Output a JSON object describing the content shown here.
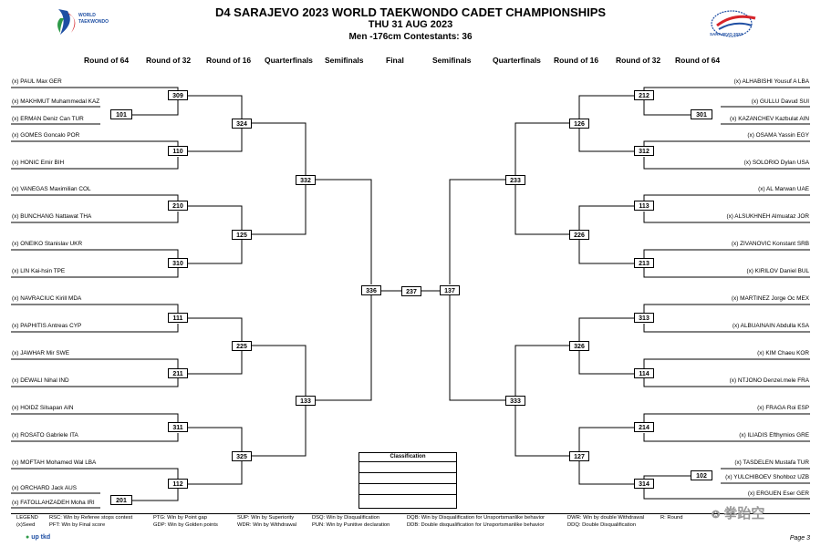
{
  "header": {
    "title": "D4 SARAJEVO 2023 WORLD TAEKWONDO CADET CHAMPIONSHIPS",
    "date": "THU 31 AUG 2023",
    "division": "Men -176cm  Contestants: 36",
    "logo_left_text": "WORLD TAEKWONDO",
    "logo_right_text": "SARAJEVO 2023"
  },
  "round_headers_left": [
    "Round of 64",
    "Round of 32",
    "Round of 16",
    "Quarterfinals",
    "Semifinals"
  ],
  "final_label": "Final",
  "round_headers_right": [
    "Semifinals",
    "Quarterfinals",
    "Round of 16",
    "Round of 32",
    "Round of 64"
  ],
  "left_athletes": [
    "(x) PAUL Max GER",
    "(x) MAKHMUT Muhammedal KAZ",
    "(x) ERMAN Deniz Can TUR",
    "(x) GOMES Goncalo POR",
    "(x) HONIC Emir BIH",
    "(x) VANEGAS Maximilian COL",
    "(x) BUNCHANG Nattawat THA",
    "(x) ONEIKO Stanislav UKR",
    "(x) LIN Kai-hsin TPE",
    "(x) NAVRACIUC Kirill MDA",
    "(x) PAPHITIS Antreas CYP",
    "(x) JAWHAR Mir SWE",
    "(x) DEWALI Nihal IND",
    "(x) HOIDZ Silsapan AIN",
    "(x) ROSATO Gabriele ITA",
    "(x) MOFTAH Mohamed Wal LBA",
    "(x) ORCHARD Jack AUS",
    "(x) FATOLLAHZADEH Moha IRI"
  ],
  "right_athletes": [
    "(x) ALHABISHI Yousuf A LBA",
    "(x) GULLU Davud SUI",
    "(x) KAZANCHEV Kazbulat AIN",
    "(x) OSAMA Yassin EGY",
    "(x) SOLORIO Dylan USA",
    "(x) AL Marwan UAE",
    "(x) ALSUKHNEH Almuataz JOR",
    "(x) ZIVANOVIC Konstant SRB",
    "(x) KIRILOV Daniel BUL",
    "(x) MARTINEZ Jorge Oc MEX",
    "(x) ALBUAINAIN Abdulla KSA",
    "(x) KIM Chaeu KOR",
    "(x) NTJONO Denzel.mele FRA",
    "(x) FRAGA Roi ESP",
    "(x) ILIADIS Efthymios GRE",
    "(x) TASDELEN Mustafa TUR",
    "(x) YULCHIBOEV Shohboz UZB",
    "(x) ERGUEN Eser GER"
  ],
  "matches_left": {
    "r64": [
      "101",
      "201"
    ],
    "r32": [
      "309",
      "110",
      "210",
      "310",
      "111",
      "211",
      "311",
      "112"
    ],
    "r16": [
      "324",
      "125",
      "225",
      "325"
    ],
    "qf": [
      "332",
      "133"
    ],
    "sf": "336"
  },
  "final_match": "237",
  "matches_right": {
    "r64": [
      "301",
      "102"
    ],
    "r32": [
      "212",
      "312",
      "113",
      "213",
      "313",
      "114",
      "214",
      "314"
    ],
    "r16": [
      "126",
      "226",
      "326",
      "127"
    ],
    "qf": [
      "233",
      "333"
    ],
    "sf": "137"
  },
  "classification_label": "Classification",
  "legend": {
    "legend_label": "LEGEND",
    "seed_label": "(x)Seed",
    "items": [
      "RSC: Win by Referee stops contest",
      "PFT: Win by Final score",
      "PTG: Win by Point gap",
      "GDP: Win by Golden points",
      "SUP: Win by Superiority",
      "WDR: Win by Withdrawal",
      "DSQ: Win by Disqualification",
      "PUN: Win by Punitive declaration",
      "DQB: Win by Disqualification for Unsportsmanlike behavior",
      "DDB: Double disqualification for Unsportsmanlike behavior",
      "DWR: Win by double Withdrawal",
      "DDQ: Double Disqualification",
      "R: Round"
    ]
  },
  "footer": {
    "brand": "up tkd",
    "page": "Page 3",
    "watermark": "拳跆空"
  },
  "colors": {
    "wt_blue": "#1f4fa3",
    "wt_red": "#d6242a",
    "wt_green": "#2e9a48"
  }
}
